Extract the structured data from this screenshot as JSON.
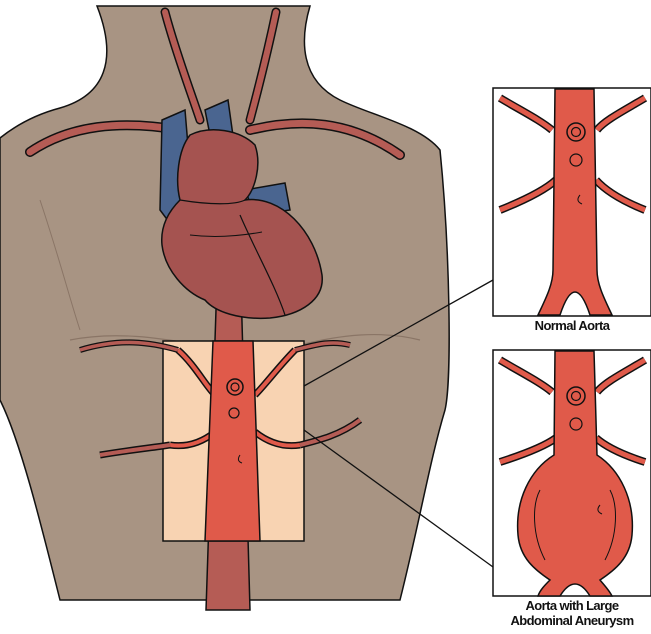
{
  "labels": {
    "normal_aorta": "Normal Aorta",
    "aneurysm_line1": "Aorta with Large",
    "aneurysm_line2": "Abdominal Aneurysm"
  },
  "colors": {
    "background": "#ffffff",
    "torso": "#a89483",
    "artery": "#e05a4a",
    "vessel_dark": "#b55c55",
    "vein": "#4a6590",
    "heart": "#a55350",
    "highlight_box": "#f8d3b2",
    "outline": "#111111"
  }
}
